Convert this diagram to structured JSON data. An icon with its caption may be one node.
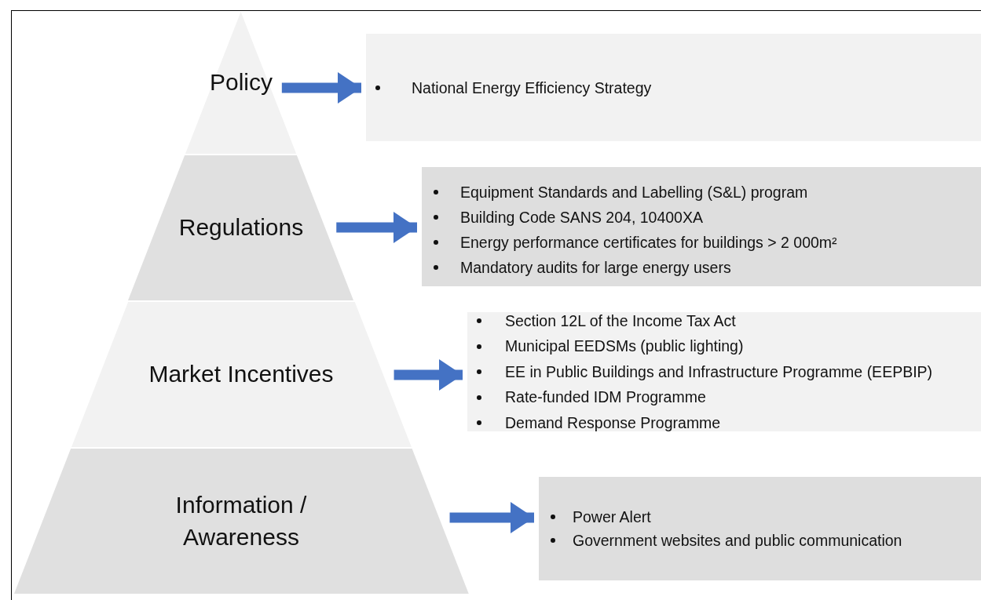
{
  "diagram": {
    "nodes": [
      {
        "text": [
          "Policy"
        ]
      },
      {
        "text": [
          "Regulations"
        ]
      },
      {
        "text": [
          "Market Incentives"
        ]
      },
      {
        "text": [
          "Information / Awareness"
        ]
      },
      {
        "text": [
          "National Energy Efficiency Strategy"
        ]
      },
      {
        "text": [
          "Equipment Standards and Labelling (S&L) program",
          "Building Code SANS 204, 10400XA",
          "Energy performance certificates for buildings > 2 000m²",
          "Mandatory audits for large energy users"
        ]
      },
      {
        "text": [
          "Section 12L of the Income Tax Act",
          "Municipal EEDSMs (public lighting)",
          "EE in Public Buildings and Infrastructure Programme (EEPBIP)",
          "Rate-funded IDM Programme",
          "Demand Response Programme"
        ]
      },
      {
        "text": [
          "Power Alert",
          "Government websites and public communication"
        ]
      }
    ],
    "edges": [
      {
        "from": 0,
        "to": 4,
        "arrow": "to"
      },
      {
        "from": 1,
        "to": 5,
        "arrow": "to"
      },
      {
        "from": 2,
        "to": 6,
        "arrow": "to"
      },
      {
        "from": 3,
        "to": 7,
        "arrow": "to"
      }
    ]
  }
}
